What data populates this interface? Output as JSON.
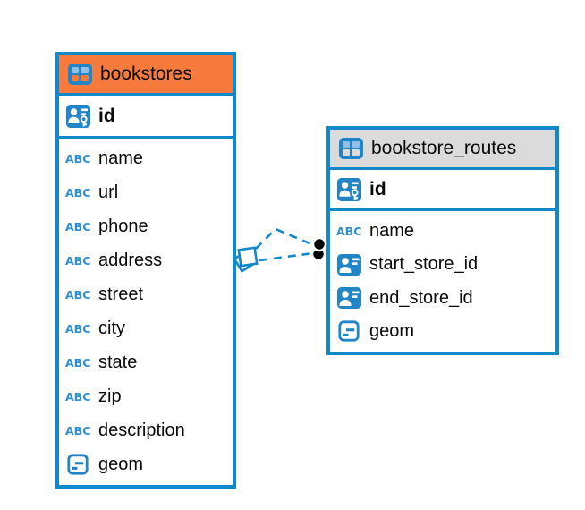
{
  "colors": {
    "accent_blue": "#1088C9",
    "bookstores_header_orange": "#F87A3C",
    "routes_header_gray": "#DBDBDB",
    "icon_blue": "#2285C8",
    "icon_light_blue": "#8FC0E8",
    "connector_dot_black": "#000000"
  },
  "icons": {
    "abc_label": "ABC"
  },
  "tables": [
    {
      "title": "bookstores",
      "header_icon": "table-icon",
      "primary_key": {
        "label": "id",
        "icon": "primary-key-icon"
      },
      "fields": [
        {
          "label": "name",
          "icon": "abc-icon"
        },
        {
          "label": "url",
          "icon": "abc-icon"
        },
        {
          "label": "phone",
          "icon": "abc-icon"
        },
        {
          "label": "address",
          "icon": "abc-icon"
        },
        {
          "label": "street",
          "icon": "abc-icon"
        },
        {
          "label": "city",
          "icon": "abc-icon"
        },
        {
          "label": "state",
          "icon": "abc-icon"
        },
        {
          "label": "zip",
          "icon": "abc-icon"
        },
        {
          "label": "description",
          "icon": "abc-icon"
        },
        {
          "label": "geom",
          "icon": "geometry-icon"
        }
      ]
    },
    {
      "title": "bookstore_routes",
      "header_icon": "table-icon",
      "primary_key": {
        "label": "id",
        "icon": "primary-key-icon"
      },
      "fields": [
        {
          "label": "name",
          "icon": "abc-icon"
        },
        {
          "label": "start_store_id",
          "icon": "person-ref-icon"
        },
        {
          "label": "end_store_id",
          "icon": "person-ref-icon"
        },
        {
          "label": "geom",
          "icon": "geometry-icon"
        }
      ]
    }
  ],
  "relationships": {
    "count": 2,
    "style": "dashed",
    "between": [
      "bookstores",
      "bookstore_routes"
    ],
    "bookstores_end_marker": "diamond",
    "routes_end_marker": "two-black-dots"
  }
}
